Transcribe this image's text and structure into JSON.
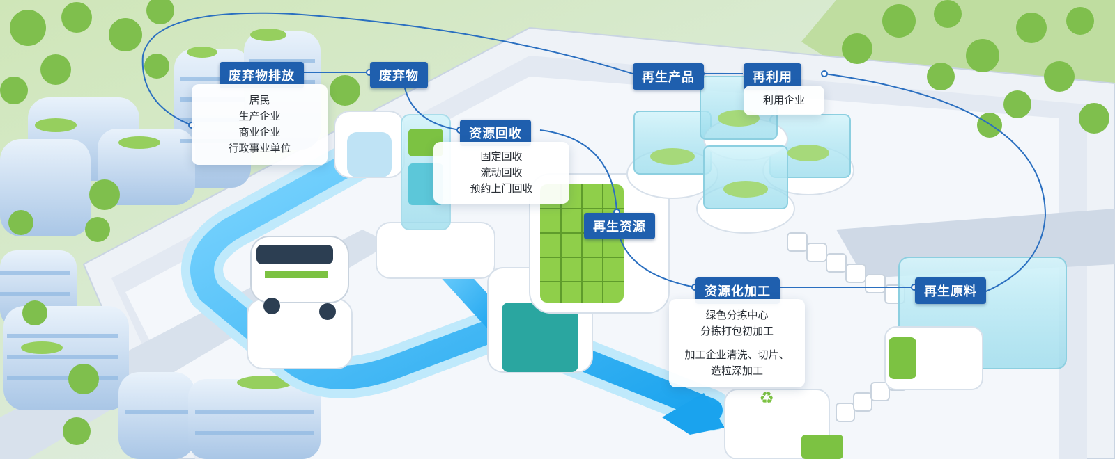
{
  "flow": {
    "discharge": {
      "title": "废弃物排放",
      "items": [
        "居民",
        "生产企业",
        "商业企业",
        "行政事业单位"
      ]
    },
    "waste": {
      "title": "废弃物"
    },
    "recycling": {
      "title": "资源回收",
      "items": [
        "固定回收",
        "流动回收",
        "预约上门回收"
      ]
    },
    "renewable_resource": {
      "title": "再生资源"
    },
    "processing": {
      "title": "资源化加工",
      "items": [
        "绿色分拣中心",
        "分拣打包初加工",
        "加工企业清洗、切片、",
        "造粒深加工"
      ]
    },
    "renewable_material": {
      "title": "再生原料"
    },
    "renewable_product": {
      "title": "再生产品"
    },
    "reuse": {
      "title": "再利用",
      "items": [
        "利用企业"
      ]
    }
  },
  "colors": {
    "tag_bg": "#1f5fae",
    "connector": "#2a6fc0",
    "accent_green": "#7cc242",
    "flow_blue": "#3fb6f2"
  }
}
